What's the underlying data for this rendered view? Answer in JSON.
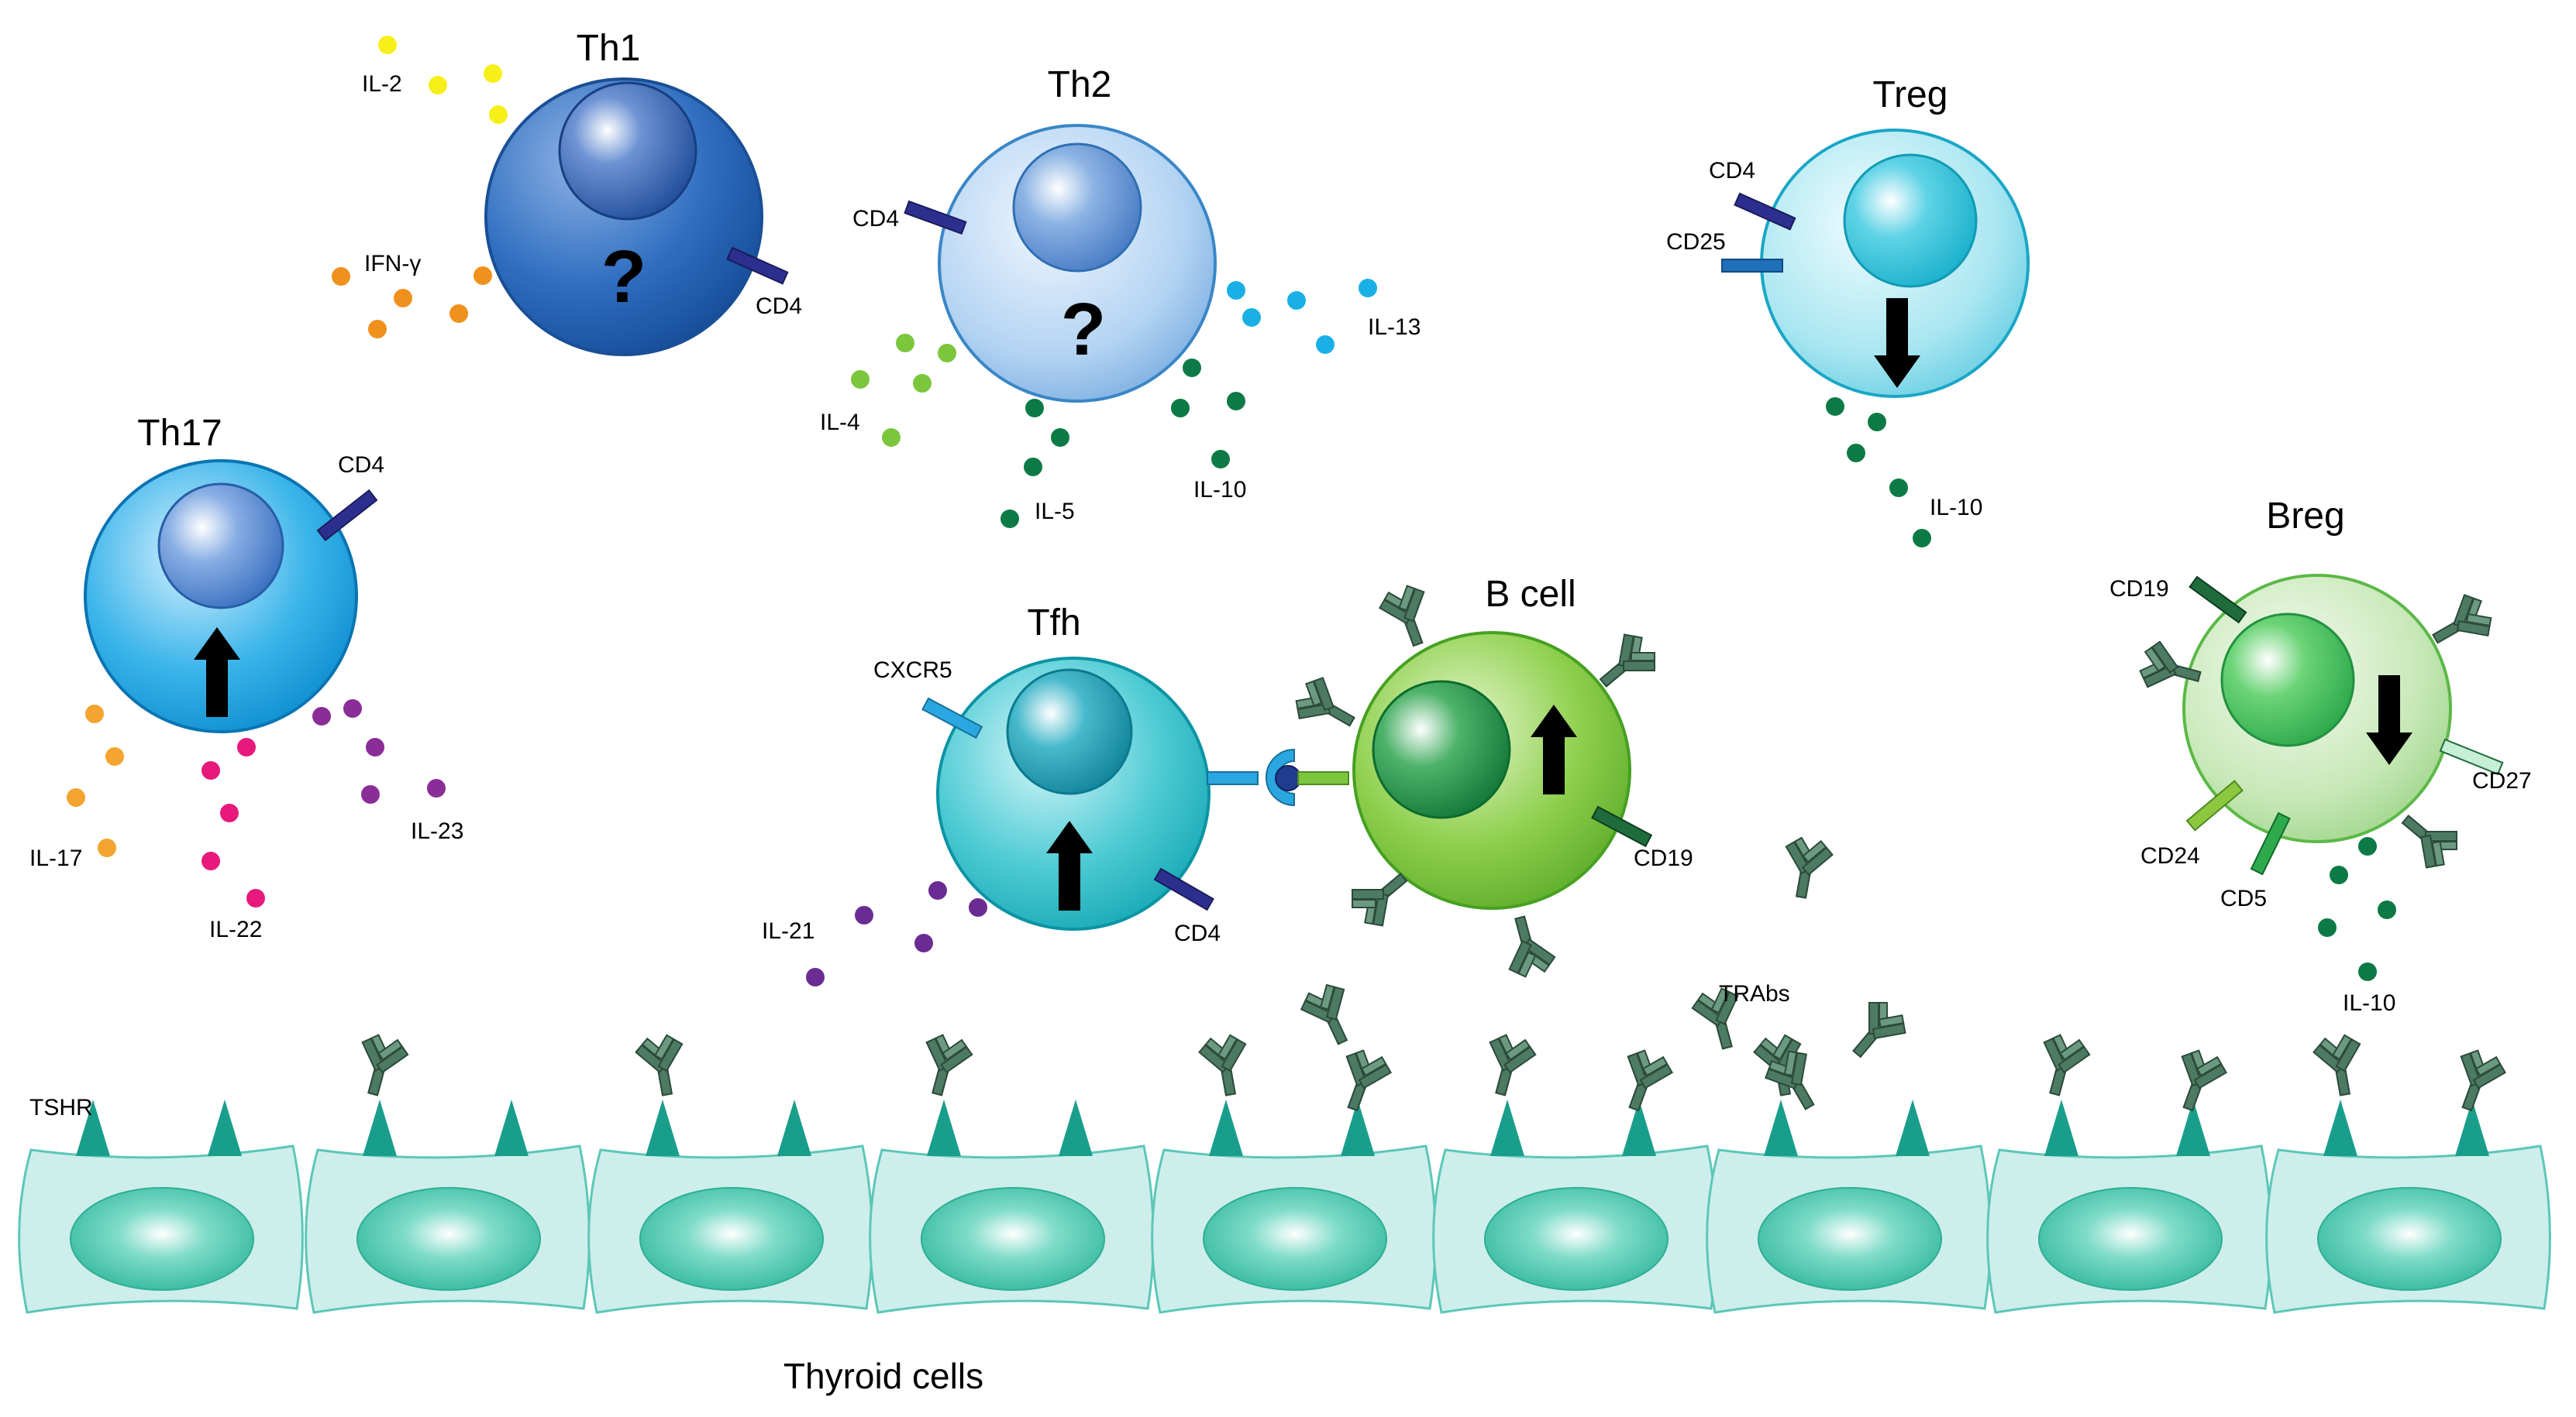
{
  "cells": {
    "th1": {
      "title": "Th1",
      "symbol": "?",
      "cytokines": [
        "IL-2",
        "IFN-γ"
      ],
      "marker": "CD4"
    },
    "th2": {
      "title": "Th2",
      "symbol": "?",
      "cytokines": [
        "IL-4",
        "IL-5",
        "IL-10",
        "IL-13"
      ],
      "marker": "CD4"
    },
    "treg": {
      "title": "Treg",
      "trend": "down",
      "markers": [
        "CD4",
        "CD25"
      ],
      "cytokines": [
        "IL-10"
      ]
    },
    "th17": {
      "title": "Th17",
      "trend": "up",
      "marker": "CD4",
      "cytokines": [
        "IL-17",
        "IL-22",
        "IL-23"
      ]
    },
    "tfh": {
      "title": "Tfh",
      "trend": "up",
      "markers": [
        "CXCR5",
        "CD4"
      ],
      "cytokines": [
        "IL-21"
      ]
    },
    "bcell": {
      "title": "B cell",
      "trend": "up",
      "markers": [
        "CD19"
      ]
    },
    "breg": {
      "title": "Breg",
      "trend": "down",
      "markers": [
        "CD19",
        "CD24",
        "CD5",
        "CD27"
      ],
      "cytokines": [
        "IL-10"
      ]
    }
  },
  "antibodies_label": "TRAbs",
  "receptor_label": "TSHR",
  "thyroid_label": "Thyroid cells",
  "colors": {
    "th1": "#1d5ba8",
    "th2": "#9cc5ea",
    "treg": "#8fdcea",
    "th17": "#1aa3de",
    "tfh": "#22b8c4",
    "bcell": "#7cc63e",
    "breg": "#b6dfa6",
    "thyroid": "#c9ede8",
    "receptor": "#1a9e8c",
    "antibody": "#3f6b55",
    "il2": "#f7ef1a",
    "ifng": "#f0911e",
    "il4": "#7cc63e",
    "il5_il10": "#0d7a45",
    "il13": "#1ab0e6",
    "il17": "#f4a430",
    "il22": "#e8197d",
    "il23": "#8a2d96",
    "il21": "#6a2c93"
  }
}
